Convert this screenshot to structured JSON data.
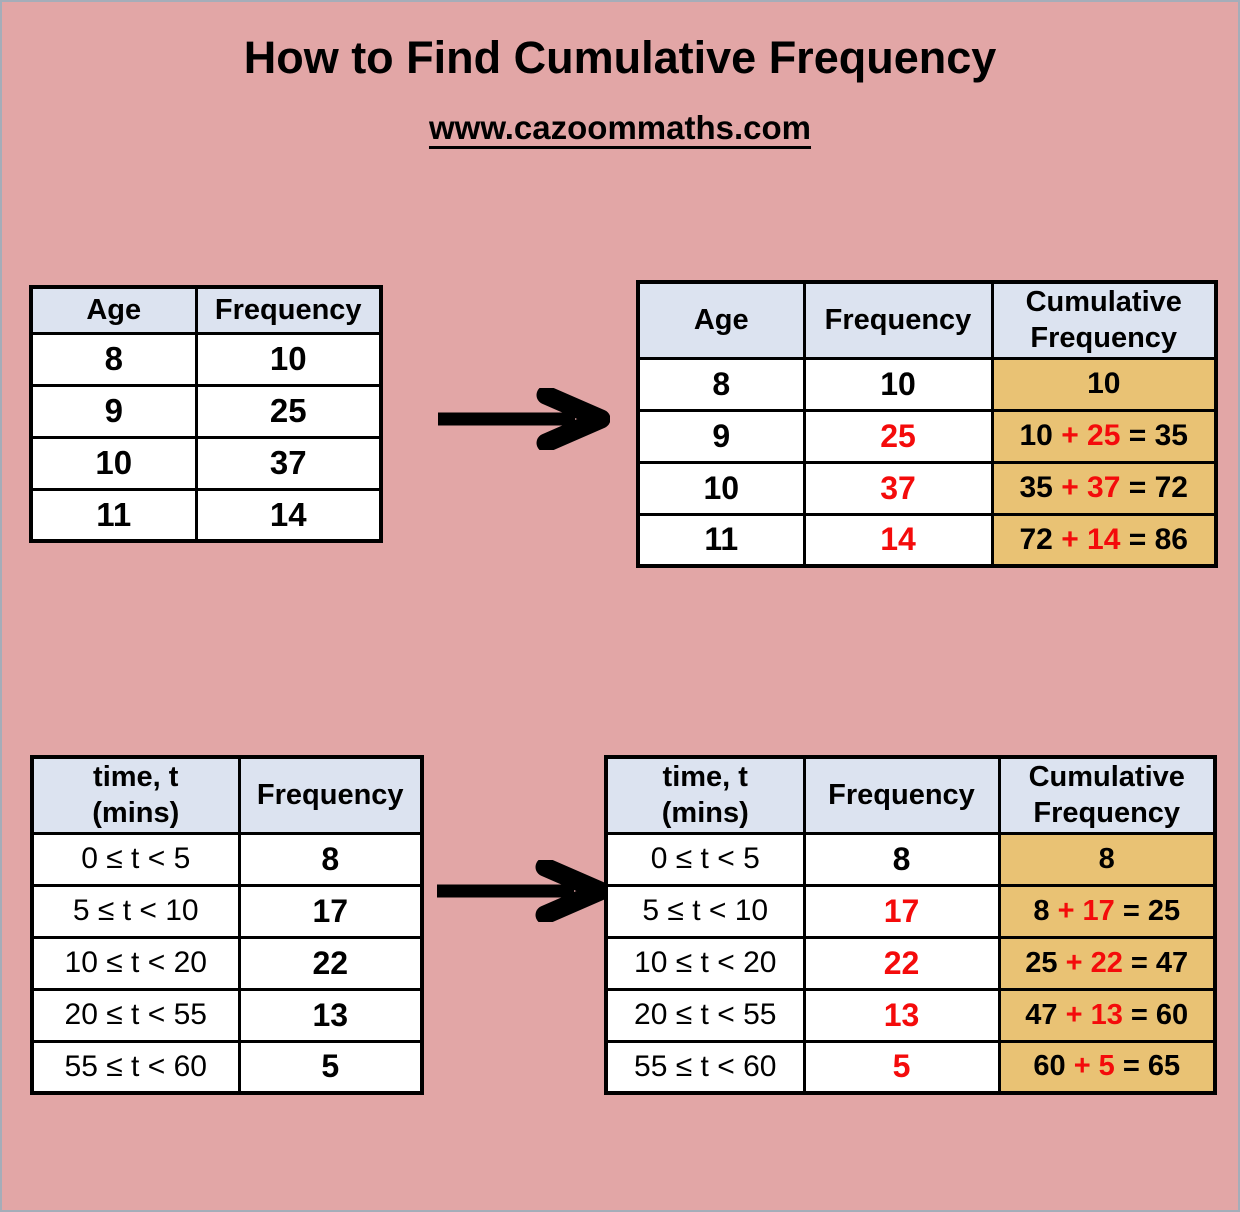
{
  "page": {
    "title": "How to Find Cumulative Frequency",
    "subtitle_link": "www.cazoommaths.com"
  },
  "colors": {
    "background": "#e2a6a6",
    "table_header": "#dce3f0",
    "cumulative_highlight": "#e9c274",
    "accent_red": "#f40b0b",
    "table_border": "#000000",
    "frame_border": "#a5adb9"
  },
  "icons": {
    "top_arrow": "right-arrow",
    "bottom_arrow": "right-arrow"
  },
  "tables": {
    "top_left": {
      "headers": [
        "Age",
        "Frequency"
      ],
      "rows": [
        {
          "age": "8",
          "frequency": "10"
        },
        {
          "age": "9",
          "frequency": "25"
        },
        {
          "age": "10",
          "frequency": "37"
        },
        {
          "age": "11",
          "frequency": "14"
        }
      ]
    },
    "top_right": {
      "headers": [
        "Age",
        "Frequency",
        "Cumulative\nFrequency"
      ],
      "rows": [
        {
          "age": "8",
          "frequency": "10",
          "cum_pre": "10",
          "cum_red": "",
          "cum_post": ""
        },
        {
          "age": "9",
          "frequency": "25",
          "cum_pre": "10 ",
          "cum_red": "+ 25",
          "cum_post": " = 35"
        },
        {
          "age": "10",
          "frequency": "37",
          "cum_pre": "35 ",
          "cum_red": "+ 37",
          "cum_post": " = 72"
        },
        {
          "age": "11",
          "frequency": "14",
          "cum_pre": "72 ",
          "cum_red": "+ 14",
          "cum_post": " = 86"
        }
      ]
    },
    "bottom_left": {
      "headers": [
        "time, t\n(mins)",
        "Frequency"
      ],
      "rows": [
        {
          "time": "0 ≤ t < 5",
          "frequency": "8"
        },
        {
          "time": "5 ≤ t < 10",
          "frequency": "17"
        },
        {
          "time": "10 ≤ t < 20",
          "frequency": "22"
        },
        {
          "time": "20 ≤ t < 55",
          "frequency": "13"
        },
        {
          "time": "55 ≤ t < 60",
          "frequency": "5"
        }
      ]
    },
    "bottom_right": {
      "headers": [
        "time, t\n(mins)",
        "Frequency",
        "Cumulative\nFrequency"
      ],
      "rows": [
        {
          "time": "0 ≤ t < 5",
          "frequency": "8",
          "cum_pre": "8",
          "cum_red": "",
          "cum_post": ""
        },
        {
          "time": "5 ≤ t < 10",
          "frequency": "17",
          "cum_pre": "8 ",
          "cum_red": "+ 17",
          "cum_post": " = 25"
        },
        {
          "time": "10 ≤ t < 20",
          "frequency": "22",
          "cum_pre": "25 ",
          "cum_red": "+ 22",
          "cum_post": " = 47"
        },
        {
          "time": "20 ≤ t < 55",
          "frequency": "13",
          "cum_pre": "47 ",
          "cum_red": "+ 13",
          "cum_post": " = 60"
        },
        {
          "time": "55 ≤ t < 60",
          "frequency": "5",
          "cum_pre": "60 ",
          "cum_red": "+ 5",
          "cum_post": " = 65"
        }
      ]
    }
  }
}
